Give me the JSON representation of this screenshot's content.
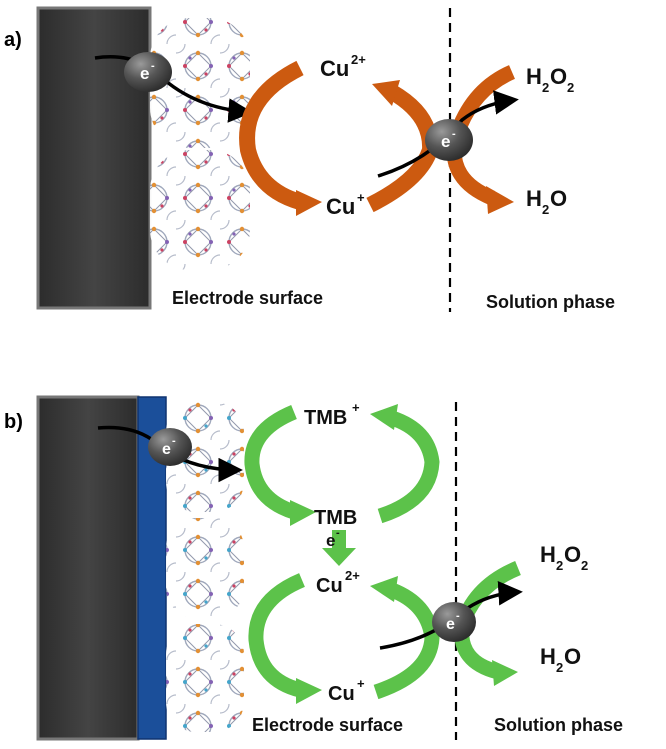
{
  "panels": [
    {
      "label": "a)",
      "electron": "e",
      "electron_sup": "-",
      "species": {
        "cu2": {
          "base": "Cu",
          "sup": "2+"
        },
        "cu1": {
          "base": "Cu",
          "sup": "+"
        },
        "h2o2": {
          "a": "H",
          "sub1": "2",
          "b": "O",
          "sub2": "2"
        },
        "h2o": {
          "a": "H",
          "sub1": "2",
          "b": "O"
        }
      },
      "electrode_label": "Electrode surface",
      "solution_label": "Solution phase",
      "arrow_color": "#cc5a10"
    },
    {
      "label": "b)",
      "electron": "e",
      "electron_sup": "-",
      "species": {
        "tmbp": {
          "base": "TMB",
          "sup": "+"
        },
        "tmb": {
          "base": "TMB"
        },
        "cu2": {
          "base": "Cu",
          "sup": "2+"
        },
        "cu1": {
          "base": "Cu",
          "sup": "+"
        },
        "h2o2": {
          "a": "H",
          "sub1": "2",
          "b": "O",
          "sub2": "2"
        },
        "h2o": {
          "a": "H",
          "sub1": "2",
          "b": "O"
        }
      },
      "electrode_label": "Electrode surface",
      "solution_label": "Solution phase",
      "arrow_color": "#5cc24a",
      "coating_color": "#1b4f9a"
    }
  ],
  "colors": {
    "electrode": "#3a3a3a",
    "electron_ball": "#4a4a4a"
  }
}
